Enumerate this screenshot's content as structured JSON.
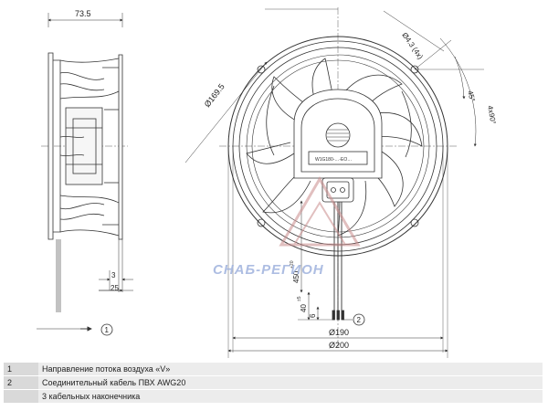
{
  "dimensions": {
    "width_side": "73.5",
    "diameter_outer": "Ø169.5",
    "hole": "Ø4.3 (4x)",
    "angle": "45°",
    "angle_pattern": "4x90°",
    "depth_a": "3",
    "depth_b": "25",
    "cable_length": "450",
    "cable_tol": "+20",
    "strip_length": "40",
    "strip_tol": "±5",
    "strip_end": "6",
    "diameter_ring": "Ø190",
    "diameter_frame": "Ø200"
  },
  "callouts": [
    "1",
    "2"
  ],
  "label_text": "W1G180-…-EO…",
  "watermark": "СНАБ-РЕГИОН",
  "legend": [
    {
      "num": "1",
      "text": "Направление потока воздуха «V»"
    },
    {
      "num": "2",
      "text": "Соединительный кабель ПВХ AWG20"
    },
    {
      "num": "",
      "text": "3 кабельных наконечника"
    }
  ],
  "colors": {
    "line": "#333333",
    "watermark": "#9fb2dd",
    "watermark_logo": "#c98b8b",
    "legend_num_bg": "#d9d9d9",
    "legend_text_bg": "#ececec"
  }
}
